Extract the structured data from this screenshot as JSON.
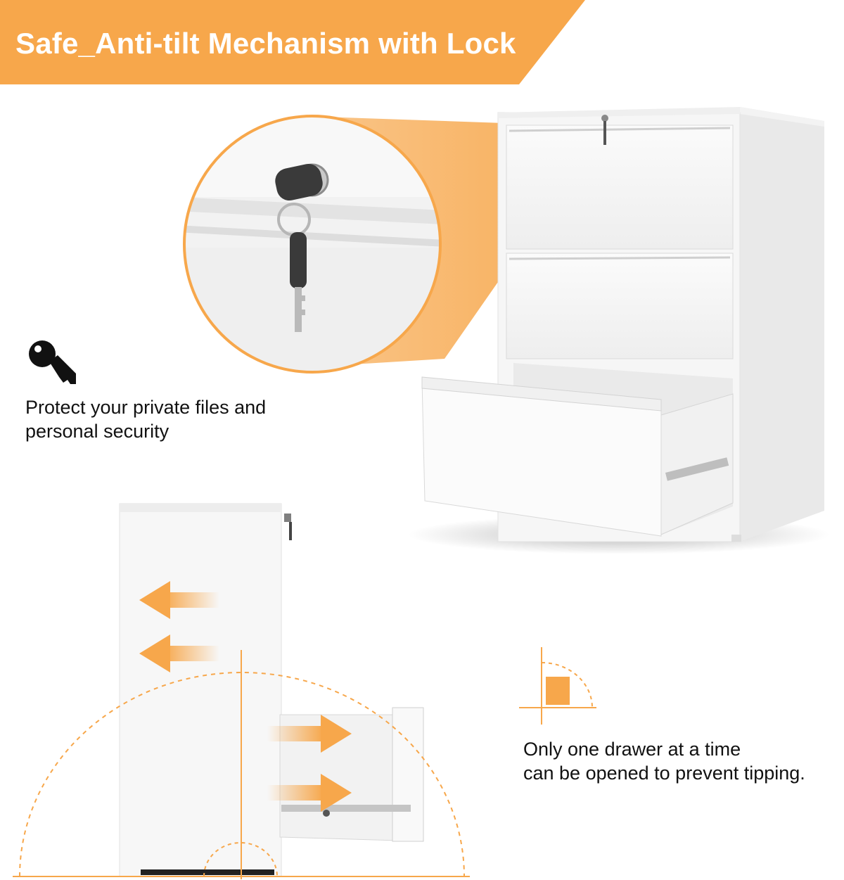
{
  "banner": {
    "title": "Safe_Anti-tilt Mechanism with Lock",
    "color": "#F7A74B"
  },
  "features": [
    {
      "icon": "key-icon",
      "lines": [
        "Protect your private files and",
        "personal security"
      ]
    },
    {
      "icon": "drawer-open-icon",
      "lines": [
        "Only one drawer at a time",
        "can be opened to prevent tipping."
      ]
    }
  ],
  "colors": {
    "accent": "#F7A74B",
    "cabinet": "#F7F7F7",
    "text": "#111111"
  }
}
